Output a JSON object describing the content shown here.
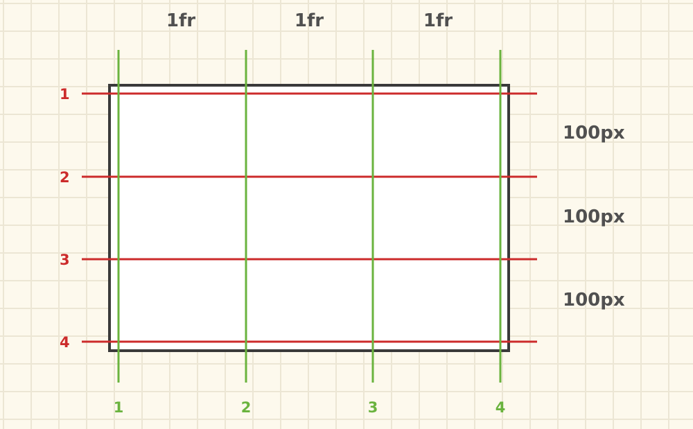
{
  "column_sizes": [
    "1fr",
    "1fr",
    "1fr"
  ],
  "row_sizes": [
    "100px",
    "100px",
    "100px"
  ],
  "row_line_numbers": [
    "1",
    "2",
    "3",
    "4"
  ],
  "column_line_numbers": [
    "1",
    "2",
    "3",
    "4"
  ],
  "colors": {
    "background": "#fdf9ed",
    "grid_paper": "#ece6d4",
    "container_border": "#3a3a3a",
    "row_lines": "#cc2b2b",
    "column_lines": "#6ab33e",
    "size_labels": "#505050"
  }
}
